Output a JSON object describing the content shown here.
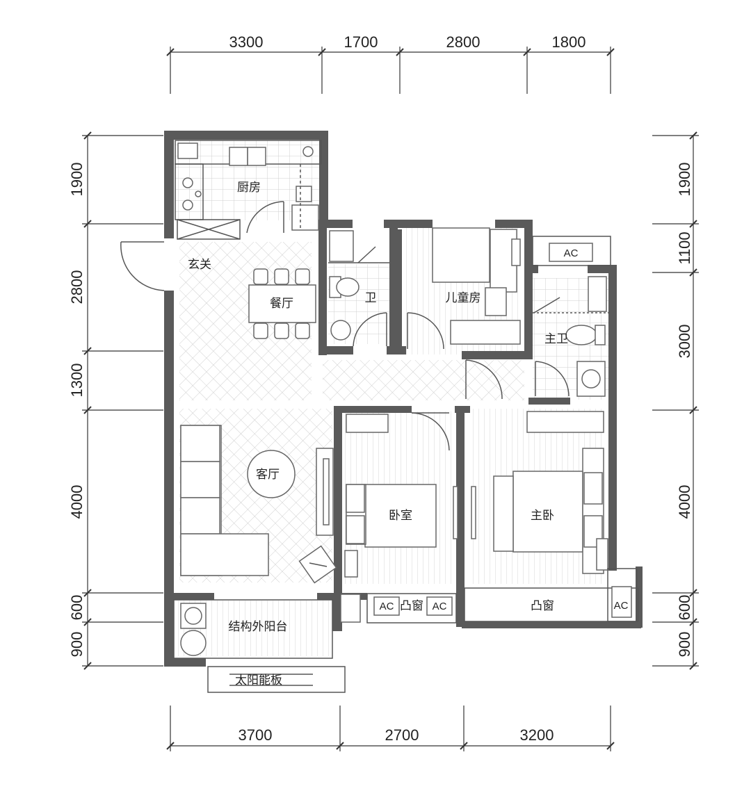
{
  "dimensions": {
    "top": [
      "3300",
      "1700",
      "2800",
      "1800"
    ],
    "bottom": [
      "3700",
      "2700",
      "3200"
    ],
    "left": [
      "1900",
      "2800",
      "1300",
      "4000",
      "600",
      "900"
    ],
    "right": [
      "1900",
      "1100",
      "3000",
      "4000",
      "600",
      "900"
    ]
  },
  "rooms": {
    "kitchen": "厨房",
    "foyer": "玄关",
    "dining": "餐厅",
    "bathroom": "卫",
    "kids_room": "儿童房",
    "master_bath": "主卫",
    "living": "客厅",
    "bedroom": "卧室",
    "master_bedroom": "主卧",
    "balcony": "结构外阳台",
    "solar_panel": "太阳能板",
    "bay_window_1": "凸窗",
    "bay_window_2": "凸窗"
  },
  "ac_units": {
    "kids_ac": "AC",
    "bay_left_ac": "AC",
    "bay_right_ac": "AC",
    "master_ac": "AC"
  }
}
